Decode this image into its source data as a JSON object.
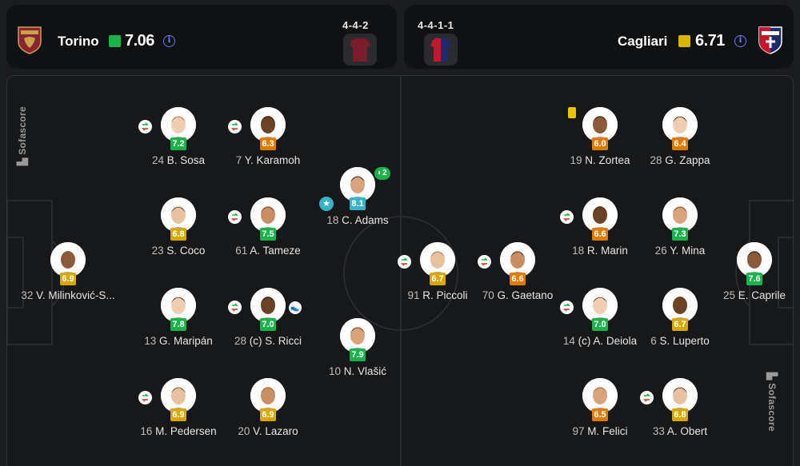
{
  "home": {
    "name": "Torino",
    "rating": "7.06",
    "rating_color": "#19b34a",
    "formation": "4-4-2",
    "kit_color": "#7a1c2c",
    "crest_color": "#8b2432"
  },
  "away": {
    "name": "Cagliari",
    "rating": "6.71",
    "rating_color": "#d9b600",
    "formation": "4-4-1-1",
    "kit_color_a": "#c7162b",
    "kit_color_b": "#1c2b6e"
  },
  "colors": {
    "green": "#19b34a",
    "yellow": "#d9a800",
    "orange": "#e07b00",
    "teal": "#36b3c9",
    "info": "#6d7ef8"
  },
  "watermark": "Sofascore",
  "icons": [
    "info-icon",
    "substitution-icon",
    "yellow-card-icon",
    "captain-star-icon",
    "goal-icon",
    "assist-icon"
  ],
  "players": [
    {
      "id": "sosa",
      "num": "24",
      "name": "B. Sosa",
      "rating": "7.2",
      "rating_color": "#19b34a",
      "sub": true
    },
    {
      "id": "karamoh",
      "num": "7",
      "name": "Y. Karamoh",
      "rating": "6.3",
      "rating_color": "#e07b00",
      "sub": true
    },
    {
      "id": "adams",
      "num": "18",
      "name": "C. Adams",
      "rating": "8.1",
      "rating_color": "#36b3c9",
      "goals": "2",
      "star": true
    },
    {
      "id": "coco",
      "num": "23",
      "name": "S. Coco",
      "rating": "6.8",
      "rating_color": "#d9a800"
    },
    {
      "id": "tameze",
      "num": "61",
      "name": "A. Tameze",
      "rating": "7.5",
      "rating_color": "#19b34a",
      "sub": true
    },
    {
      "id": "milinkovic",
      "num": "32",
      "name": "V. Milinković-S...",
      "rating": "6.9",
      "rating_color": "#d9a800"
    },
    {
      "id": "maripan",
      "num": "13",
      "name": "G. Maripán",
      "rating": "7.8",
      "rating_color": "#19b34a"
    },
    {
      "id": "ricci",
      "num": "28",
      "name": "(c) S. Ricci",
      "rating": "7.0",
      "rating_color": "#19b34a",
      "sub": true,
      "assist": true
    },
    {
      "id": "vlasic",
      "num": "10",
      "name": "N. Vlašić",
      "rating": "7.9",
      "rating_color": "#19b34a"
    },
    {
      "id": "pedersen",
      "num": "16",
      "name": "M. Pedersen",
      "rating": "6.9",
      "rating_color": "#d9a800",
      "sub": true
    },
    {
      "id": "lazaro",
      "num": "20",
      "name": "V. Lazaro",
      "rating": "6.9",
      "rating_color": "#d9a800"
    },
    {
      "id": "zortea",
      "num": "19",
      "name": "N. Zortea",
      "rating": "6.0",
      "rating_color": "#e07b00",
      "card": true
    },
    {
      "id": "zappa",
      "num": "28",
      "name": "G. Zappa",
      "rating": "6.4",
      "rating_color": "#e07b00"
    },
    {
      "id": "marin",
      "num": "18",
      "name": "R. Marin",
      "rating": "6.6",
      "rating_color": "#e07b00",
      "sub": true
    },
    {
      "id": "mina",
      "num": "26",
      "name": "Y. Mina",
      "rating": "7.3",
      "rating_color": "#19b34a"
    },
    {
      "id": "piccoli",
      "num": "91",
      "name": "R. Piccoli",
      "rating": "6.7",
      "rating_color": "#d9a800",
      "sub": true
    },
    {
      "id": "gaetano",
      "num": "70",
      "name": "G. Gaetano",
      "rating": "6.6",
      "rating_color": "#e07b00",
      "sub": true
    },
    {
      "id": "caprile",
      "num": "25",
      "name": "E. Caprile",
      "rating": "7.6",
      "rating_color": "#19b34a"
    },
    {
      "id": "deiola",
      "num": "14",
      "name": "(c) A. Deiola",
      "rating": "7.0",
      "rating_color": "#19b34a",
      "sub": true
    },
    {
      "id": "luperto",
      "num": "6",
      "name": "S. Luperto",
      "rating": "6.7",
      "rating_color": "#d9a800"
    },
    {
      "id": "felici",
      "num": "97",
      "name": "M. Felici",
      "rating": "6.5",
      "rating_color": "#e07b00"
    },
    {
      "id": "obert",
      "num": "33",
      "name": "A. Obert",
      "rating": "6.8",
      "rating_color": "#d9a800",
      "sub": true
    }
  ]
}
